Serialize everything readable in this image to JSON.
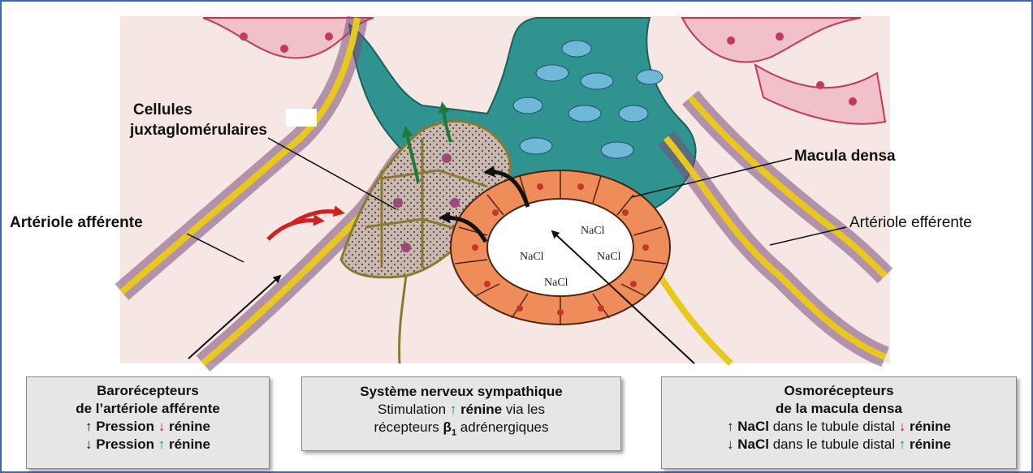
{
  "labels": {
    "cellules": "Cellules",
    "juxta": "juxtaglomérulaires",
    "macula": "Macula densa",
    "afferente": "Artériole afférente",
    "efferente": "Artériole efférente",
    "nacl": "NaCl"
  },
  "box_baro": {
    "title1": "Barorécepteurs",
    "title2": "de l’artériole afférente",
    "row1_arrow": "↑",
    "row1_word": "Pression",
    "row1_effect": "↓",
    "row1_end": "rénine",
    "row2_arrow": "↓",
    "row2_word": "Pression",
    "row2_effect": "↑",
    "row2_end": "rénine"
  },
  "box_sns": {
    "title": "Système nerveux sympathique",
    "line2_pre": "Stimulation",
    "line2_arrow": "↑",
    "line2_bold": "rénine",
    "line2_post": "via les",
    "line3_pre": "récepteurs",
    "line3_beta": "β",
    "line3_sub": "1",
    "line3_post": "adrénergiques"
  },
  "box_osmo": {
    "title1": "Osmorécepteurs",
    "title2": "de la macula densa",
    "row1_arrow": "↑",
    "row1_bold": "NaCl",
    "row1_text": "dans le tubule distal",
    "row1_effect": "↓",
    "row1_end": "rénine",
    "row2_arrow": "↓",
    "row2_bold": "NaCl",
    "row2_text": "dans le tubule distal",
    "row2_effect": "↑",
    "row2_end": "rénine"
  },
  "colors": {
    "frame": "#3b66b5",
    "background": "#f6e7e4",
    "mesangium": "#2a8e8a",
    "vessel_wall": "#e9c81e",
    "macula_cell": "#ee8d5a",
    "red_arrow": "#d02020",
    "green_arrow": "#1f7a3a",
    "up_green": "#1a9a2a",
    "down_red": "#d0211b"
  }
}
